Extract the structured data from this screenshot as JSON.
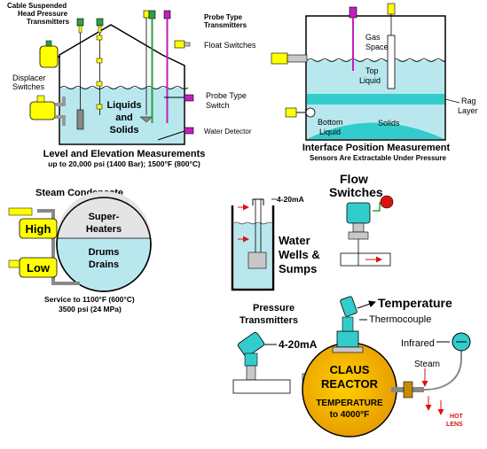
{
  "panel1": {
    "cable_line1": "Cable Suspended",
    "cable_line2": "Head Pressure",
    "cable_line3": "Transmitters",
    "probe_type_tx_line1": "Probe Type",
    "probe_type_tx_line2": "Transmitters",
    "float_switches": "Float Switches",
    "displacer_line1": "Displacer",
    "displacer_line2": "Switches",
    "liquids_line1": "Liquids",
    "liquids_line2": "and",
    "liquids_line3": "Solids",
    "probe_switch_line1": "Probe Type",
    "probe_switch_line2": "Switch",
    "water_detector": "Water Detector",
    "title": "Level and Elevation Measurements",
    "subtitle": "up to 20,000 psi (1400 Bar); 1500°F (800°C)"
  },
  "panel2": {
    "gas_line1": "Gas",
    "gas_line2": "Space",
    "top_liquid_line1": "Top",
    "top_liquid_line2": "Liquid",
    "rag_line1": "Rag",
    "rag_line2": "Layer",
    "bottom_liquid_line1": "Bottom",
    "bottom_liquid_line2": "Liquid",
    "solids": "Solids",
    "title": "Interface Position Measurement",
    "subtitle": "Sensors Are Extractable Under Pressure"
  },
  "panel3": {
    "title": "Steam Condensate",
    "high": "High",
    "low": "Low",
    "superheaters_line1": "Super-",
    "superheaters_line2": "Heaters",
    "drums_line1": "Drums",
    "drums_line2": "Drains",
    "service_line1": "Service to 1100°F (600°C)",
    "service_line2": "3500 psi (24 MPa)"
  },
  "panel4": {
    "signal": "4-20mA",
    "label_line1": "Water",
    "label_line2": "Wells &",
    "label_line3": "Sumps"
  },
  "panel5": {
    "title_line1": "Flow",
    "title_line2": "Switches"
  },
  "panel6": {
    "title_line1": "Pressure",
    "title_line2": "Transmitters",
    "signal": "4-20mA"
  },
  "panel7": {
    "temperature": "Temperature",
    "thermocouple": "Thermocouple",
    "infrared": "Infrared",
    "steam": "Steam",
    "reactor_line1": "CLAUS",
    "reactor_line2": "REACTOR",
    "temp_line1": "TEMPERATURE",
    "temp_line2": "to 4000°F",
    "hot_line1": "HOT",
    "hot_line2": "LENS"
  },
  "colors": {
    "liquid": "#b8e8ee",
    "cyan": "#33cccc",
    "yellow": "#ffff00",
    "yellow_dark": "#e0c800",
    "green": "#2ea043",
    "magenta": "#c020c0",
    "red": "#dd1111",
    "gold": "#f0b400",
    "gray": "#c8c8c8"
  }
}
